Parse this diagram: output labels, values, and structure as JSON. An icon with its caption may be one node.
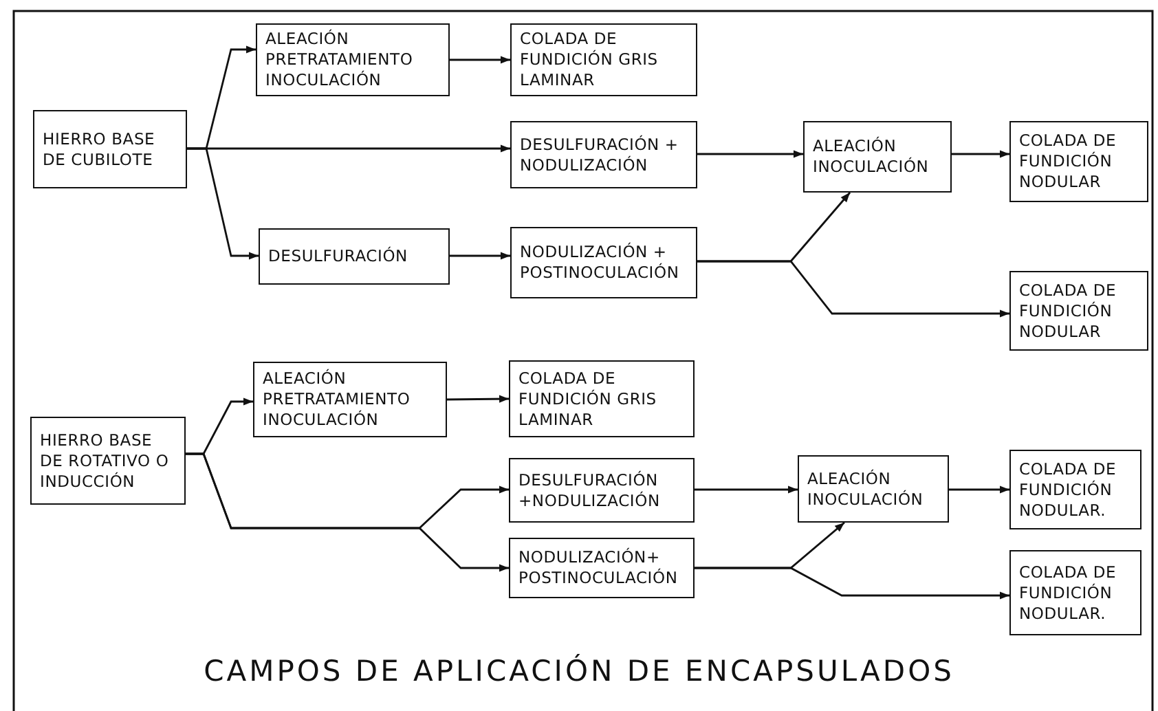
{
  "diagram": {
    "title": "CAMPOS DE APLICACIÓN DE ENCAPSULADOS",
    "nodes": [
      {
        "text": [
          "HIERRO BASE DE CUBILOTE"
        ]
      },
      {
        "text": [
          "ALEACIÓN PRETRATAMIENTO INOCULACIÓN"
        ]
      },
      {
        "text": [
          "COLADA DE FUNDICIÓN GRIS LAMINAR"
        ]
      },
      {
        "text": [
          "DESULFURACIÓN + NODULIZACIÓN"
        ]
      },
      {
        "text": [
          "ALEACIÓN INOCULACIÓN"
        ]
      },
      {
        "text": [
          "COLADA DE FUNDICIÓN NODULAR"
        ]
      },
      {
        "text": [
          "DESULFURACIÓN"
        ]
      },
      {
        "text": [
          "NODULIZACIÓN + POSTINOCULACIÓN"
        ]
      },
      {
        "text": [
          "COLADA DE FUNDICIÓN NODULAR"
        ]
      },
      {
        "text": [
          "HIERRO BASE DE ROTATIVO O INDUCCIÓN"
        ]
      },
      {
        "text": [
          "ALEACIÓN PRETRATAMIENTO INOCULACIÓN"
        ]
      },
      {
        "text": [
          "COLADA DE FUNDICIÓN GRIS LAMINAR"
        ]
      },
      {
        "text": [
          "DESULFURACIÓN +NODULIZACIÓN"
        ]
      },
      {
        "text": [
          "ALEACIÓN INOCULACIÓN"
        ]
      },
      {
        "text": [
          "COLADA DE FUNDICIÓN NODULAR."
        ]
      },
      {
        "text": [
          "NODULIZACIÓN+ POSTINOCULACIÓN"
        ]
      },
      {
        "text": [
          "COLADA DE FUNDICIÓN NODULAR."
        ]
      }
    ],
    "edges": [
      {
        "from": 0,
        "to": 1,
        "arrow": "to"
      },
      {
        "from": 0,
        "to": 3,
        "arrow": "to"
      },
      {
        "from": 0,
        "to": 6,
        "arrow": "to"
      },
      {
        "from": 1,
        "to": 2,
        "arrow": "to"
      },
      {
        "from": 3,
        "to": 4,
        "arrow": "to"
      },
      {
        "from": 4,
        "to": 5,
        "arrow": "to"
      },
      {
        "from": 6,
        "to": 7,
        "arrow": "to"
      },
      {
        "from": 7,
        "to": 4,
        "arrow": "to"
      },
      {
        "from": 7,
        "to": 8,
        "arrow": "to"
      },
      {
        "from": 9,
        "to": 10,
        "arrow": "to"
      },
      {
        "from": 9,
        "to": 12,
        "arrow": "to"
      },
      {
        "from": 9,
        "to": 15,
        "arrow": "to"
      },
      {
        "from": 10,
        "to": 11,
        "arrow": "to"
      },
      {
        "from": 12,
        "to": 13,
        "arrow": "to"
      },
      {
        "from": 13,
        "to": 14,
        "arrow": "to"
      },
      {
        "from": 15,
        "to": 13,
        "arrow": "to"
      },
      {
        "from": 15,
        "to": 16,
        "arrow": "to"
      }
    ]
  }
}
